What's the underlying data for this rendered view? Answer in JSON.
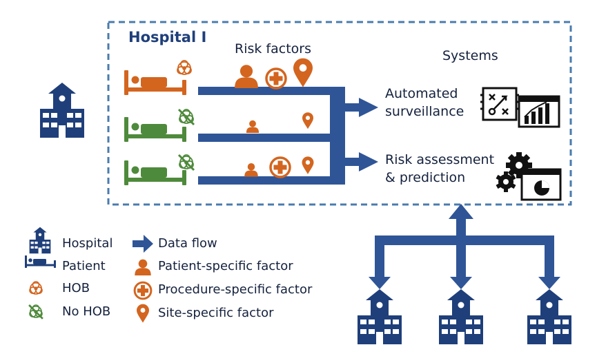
{
  "title": "Hospital I",
  "headers": {
    "risk_factors": "Risk factors",
    "systems": "Systems"
  },
  "systems": [
    {
      "line1": "Automated",
      "line2": "surveillance",
      "icon": "surveillance-board-icon"
    },
    {
      "line1": "Risk assessment",
      "line2": "& prediction",
      "icon": "gears-dashboard-icon"
    }
  ],
  "patients": [
    {
      "status": "HOB",
      "color": "#d3651f"
    },
    {
      "status": "No HOB",
      "color": "#4e8a3b"
    },
    {
      "status": "No HOB",
      "color": "#4e8a3b"
    }
  ],
  "legend": {
    "hospital": "Hospital",
    "patient": "Patient",
    "hob": "HOB",
    "no_hob": "No HOB",
    "data_flow": "Data flow",
    "patient_factor": "Patient-specific factor",
    "procedure_factor": "Procedure-specific factor",
    "site_factor": "Site-specific factor"
  },
  "colors": {
    "navy": "#1f3f7a",
    "orange": "#d3651f",
    "green": "#4e8a3b",
    "dashed_border": "#4a7bae"
  }
}
